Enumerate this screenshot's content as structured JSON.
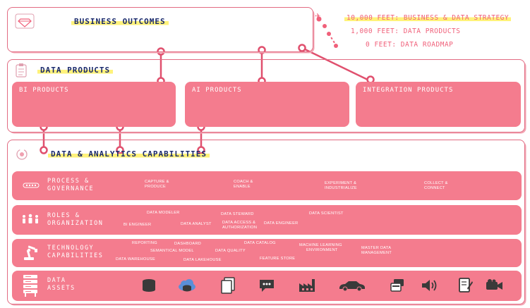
{
  "legend": {
    "items": [
      {
        "label": "10,000 FEET: BUSINESS & DATA STRATEGY"
      },
      {
        "label": "1,000 FEET: DATA PRODUCTS"
      },
      {
        "label": "0 FEET: DATA ROADMAP"
      }
    ]
  },
  "outcomes": {
    "title": "BUSINESS OUTCOMES",
    "icon": "diamond-icon"
  },
  "products": {
    "title": "DATA PRODUCTS",
    "icon": "clipboard-icon",
    "items": [
      {
        "label": "BI PRODUCTS"
      },
      {
        "label": "AI PRODUCTS"
      },
      {
        "label": "INTEGRATION PRODUCTS"
      }
    ]
  },
  "capabilities": {
    "title": "DATA & ANALYTICS CAPABILITIES",
    "icon": "cycle-icon",
    "rows": [
      {
        "label1": "PROCESS &",
        "label2": "GOVERNANCE",
        "icon": "process-icon",
        "cells": [
          [
            "CAPTURE &",
            "PRODUCE"
          ],
          [
            "COACH &",
            "ENABLE"
          ],
          [
            "EXPERIMENT &",
            "INDUSTRIALIZE"
          ],
          [
            "COLLECT &",
            "CONNECT"
          ]
        ]
      },
      {
        "label1": "ROLES &",
        "label2": "ORGANIZATION",
        "icon": "people-icon",
        "cells": [
          [
            "DATA MODELER"
          ],
          [
            "BI ENGINEER"
          ],
          [
            "DATA ANALYST"
          ],
          [
            "DATA STEWARD"
          ],
          [
            "DATA ACCESS &",
            "AUTHORIZATION"
          ],
          [
            "DATA ENGINEER"
          ],
          [
            "DATA SCIENTIST"
          ]
        ]
      },
      {
        "label1": "TECHNOLOGY",
        "label2": "CAPABILITIES",
        "icon": "robot-arm-icon",
        "cells": [
          [
            "REPORTING"
          ],
          [
            "DASHBOARD"
          ],
          [
            "SEMANTICAL MODEL"
          ],
          [
            "DATA WAREHOUSE"
          ],
          [
            "DATA LAKEHOUSE"
          ],
          [
            "DATA QUALITY"
          ],
          [
            "DATA CATALOG"
          ],
          [
            "FEATURE STORE"
          ],
          [
            "MACHINE LEARNING",
            "ENVIRONMENT"
          ],
          [
            "MASTER DATA",
            "MANAGEMENT"
          ]
        ]
      },
      {
        "label1": "DATA",
        "label2": "ASSETS",
        "icon": "server-rack-icon",
        "assets": [
          "database-icon",
          "cloud-icon",
          "documents-icon",
          "chat-icon",
          "factory-icon",
          "car-icon",
          "cards-icon",
          "speaker-icon",
          "notebook-icon",
          "video-camera-icon"
        ]
      }
    ]
  },
  "colors": {
    "accent": "#f47c8e",
    "outline": "#e26b82",
    "highlight": "#fff27a",
    "title": "#1a2a6c",
    "connector": "#e0506e"
  }
}
